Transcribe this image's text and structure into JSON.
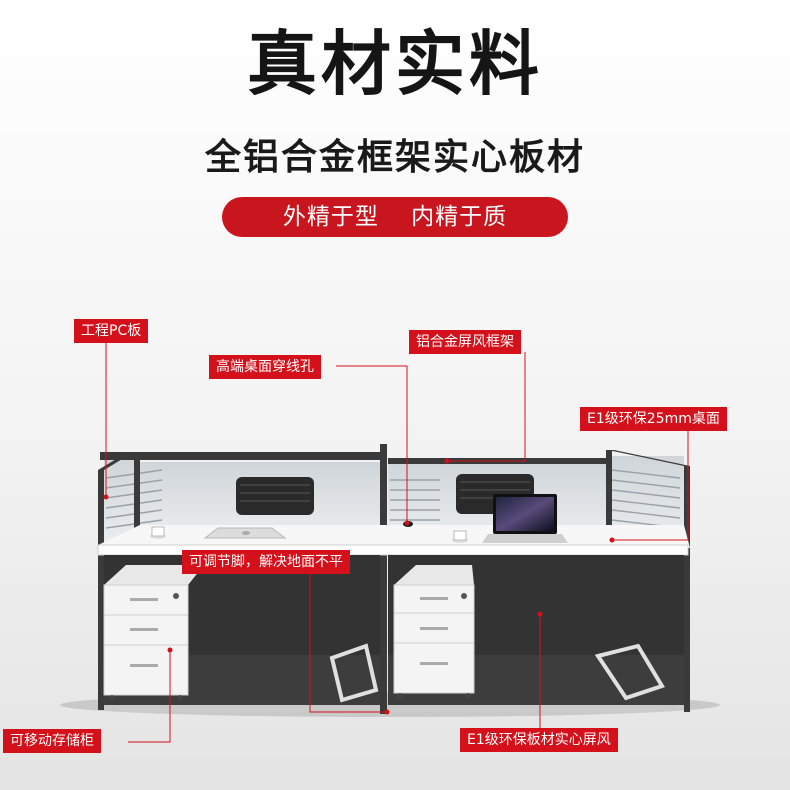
{
  "header": {
    "title": "真材实料",
    "subtitle": "全铝合金框架实心板材",
    "banner_left": "外精于型",
    "banner_right": "内精于质"
  },
  "callouts": {
    "pc_panel": "工程PC板",
    "wire_hole": "高端桌面穿线孔",
    "alloy_frame": "铝合金屏风框架",
    "desktop": "E1级环保25mm桌面",
    "adjust_feet": "可调节脚，解决地面不平",
    "mobile_cabinet": "可移动存储柜",
    "solid_screen": "E1级环保板材实心屏风"
  },
  "colors": {
    "accent": "#d4111b",
    "frame": "#3a3a3a"
  }
}
